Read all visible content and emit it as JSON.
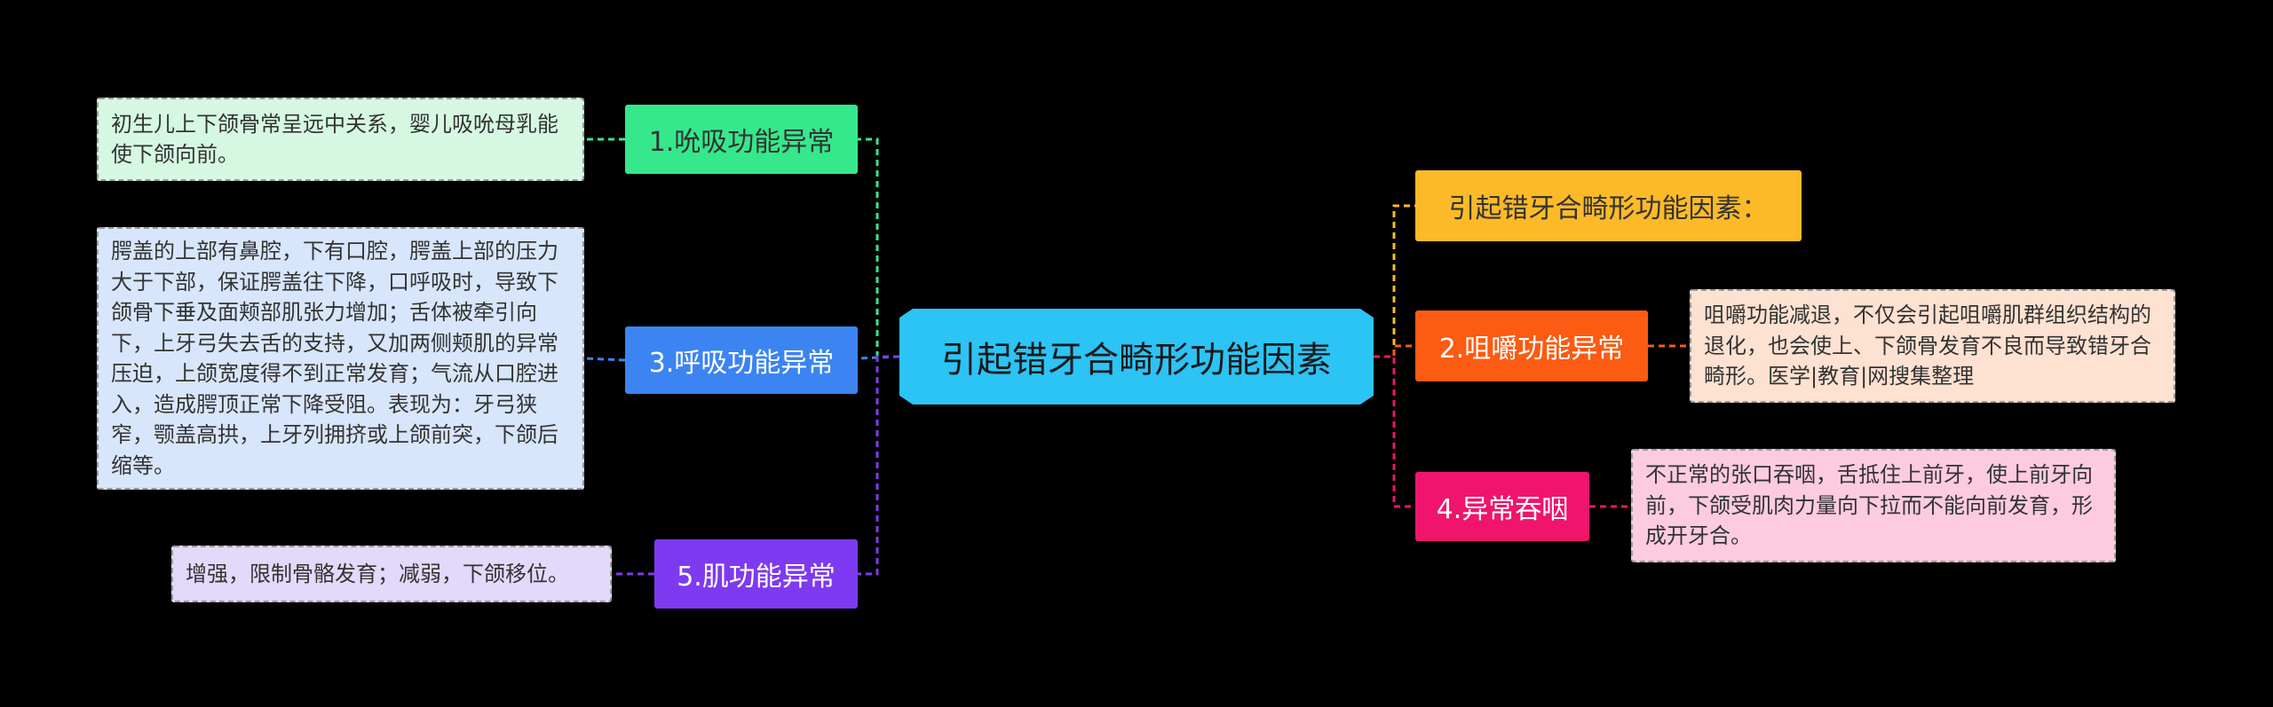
{
  "central": {
    "label": "引起错牙合畸形功能因素",
    "color": "#2cc3f5"
  },
  "branches": [
    {
      "id": "b1",
      "label": "1.吮吸功能异常",
      "color": "#35e88b",
      "text_color": "#333333",
      "leaf_color": "#d6f8e3",
      "leaf": "初生儿上下颌骨常呈远中关系，婴儿吸吮母乳能使下颌向前。"
    },
    {
      "id": "b3",
      "label": "3.呼吸功能异常",
      "color": "#3b84f2",
      "text_color": "#ffffff",
      "leaf_color": "#d8e6fb",
      "leaf": "腭盖的上部有鼻腔，下有口腔，腭盖上部的压力大于下部，保证腭盖往下降，口呼吸时，导致下颌骨下垂及面颊部肌张力增加；舌体被牵引向下，上牙弓失去舌的支持，又加两侧颊肌的异常压迫，上颌宽度得不到正常发育；气流从口腔进入，造成腭顶正常下降受阻。表现为：牙弓狭窄，颚盖高拱，上牙列拥挤或上颌前突，下颌后缩等。"
    },
    {
      "id": "b5",
      "label": "5.肌功能异常",
      "color": "#7e3af0",
      "text_color": "#ffffff",
      "leaf_color": "#e3d9fa",
      "leaf": "增强，限制骨骼发育；减弱，下颌移位。"
    },
    {
      "id": "b0",
      "label": "引起错牙合畸形功能因素：",
      "color": "#fcba28",
      "text_color": "#333333",
      "leaf_color": null,
      "leaf": null
    },
    {
      "id": "b2",
      "label": "2.咀嚼功能异常",
      "color": "#fb5b12",
      "text_color": "#ffffff",
      "leaf_color": "#fde1d1",
      "leaf": "咀嚼功能减退，不仅会引起咀嚼肌群组织结构的退化，也会使上、下颌骨发育不良而导致错牙合畸形。医学|教育|网搜集整理"
    },
    {
      "id": "b4",
      "label": "4.异常吞咽",
      "color": "#f0146c",
      "text_color": "#ffffff",
      "leaf_color": "#fccbe0",
      "leaf": "不正常的张口吞咽，舌抵住上前牙，使上前牙向前，下颌受肌肉力量向下拉而不能向前发育，形成开牙合。"
    }
  ]
}
